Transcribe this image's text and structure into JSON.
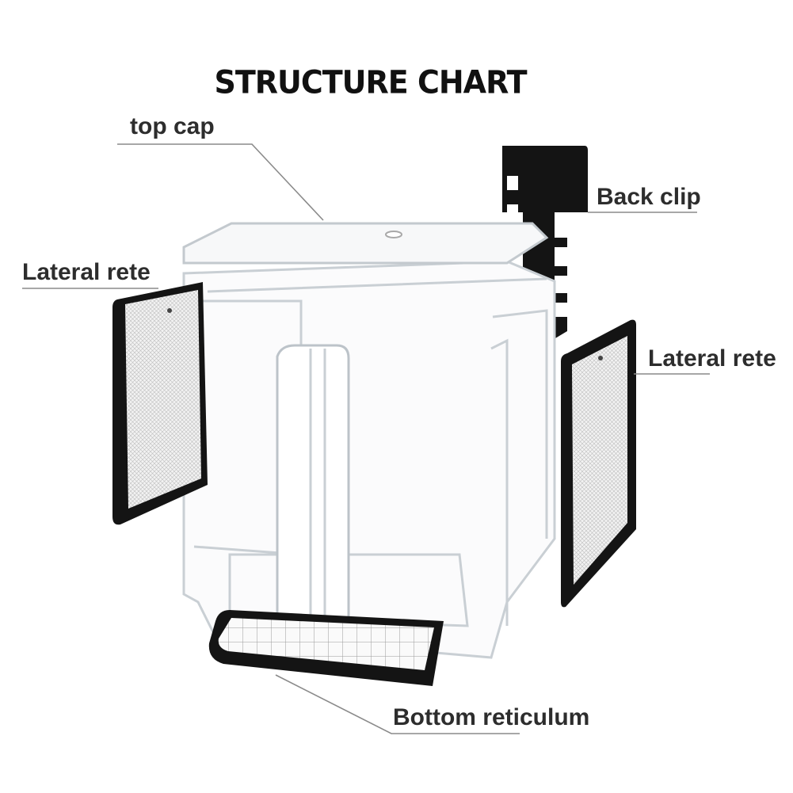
{
  "title": "STRUCTURE CHART",
  "labels": {
    "top_cap": "top cap",
    "back_clip": "Back clip",
    "lateral_rete_left": "Lateral rete",
    "lateral_rete_right": "Lateral rete",
    "bottom_reticulum": "Bottom reticulum"
  },
  "colors": {
    "label_text": "#2d2d2d",
    "leader_line": "#8a8a8a",
    "frame_black": "#141414",
    "acrylic_edge": "#c9cfd4",
    "mesh": "#dcdcdc"
  }
}
